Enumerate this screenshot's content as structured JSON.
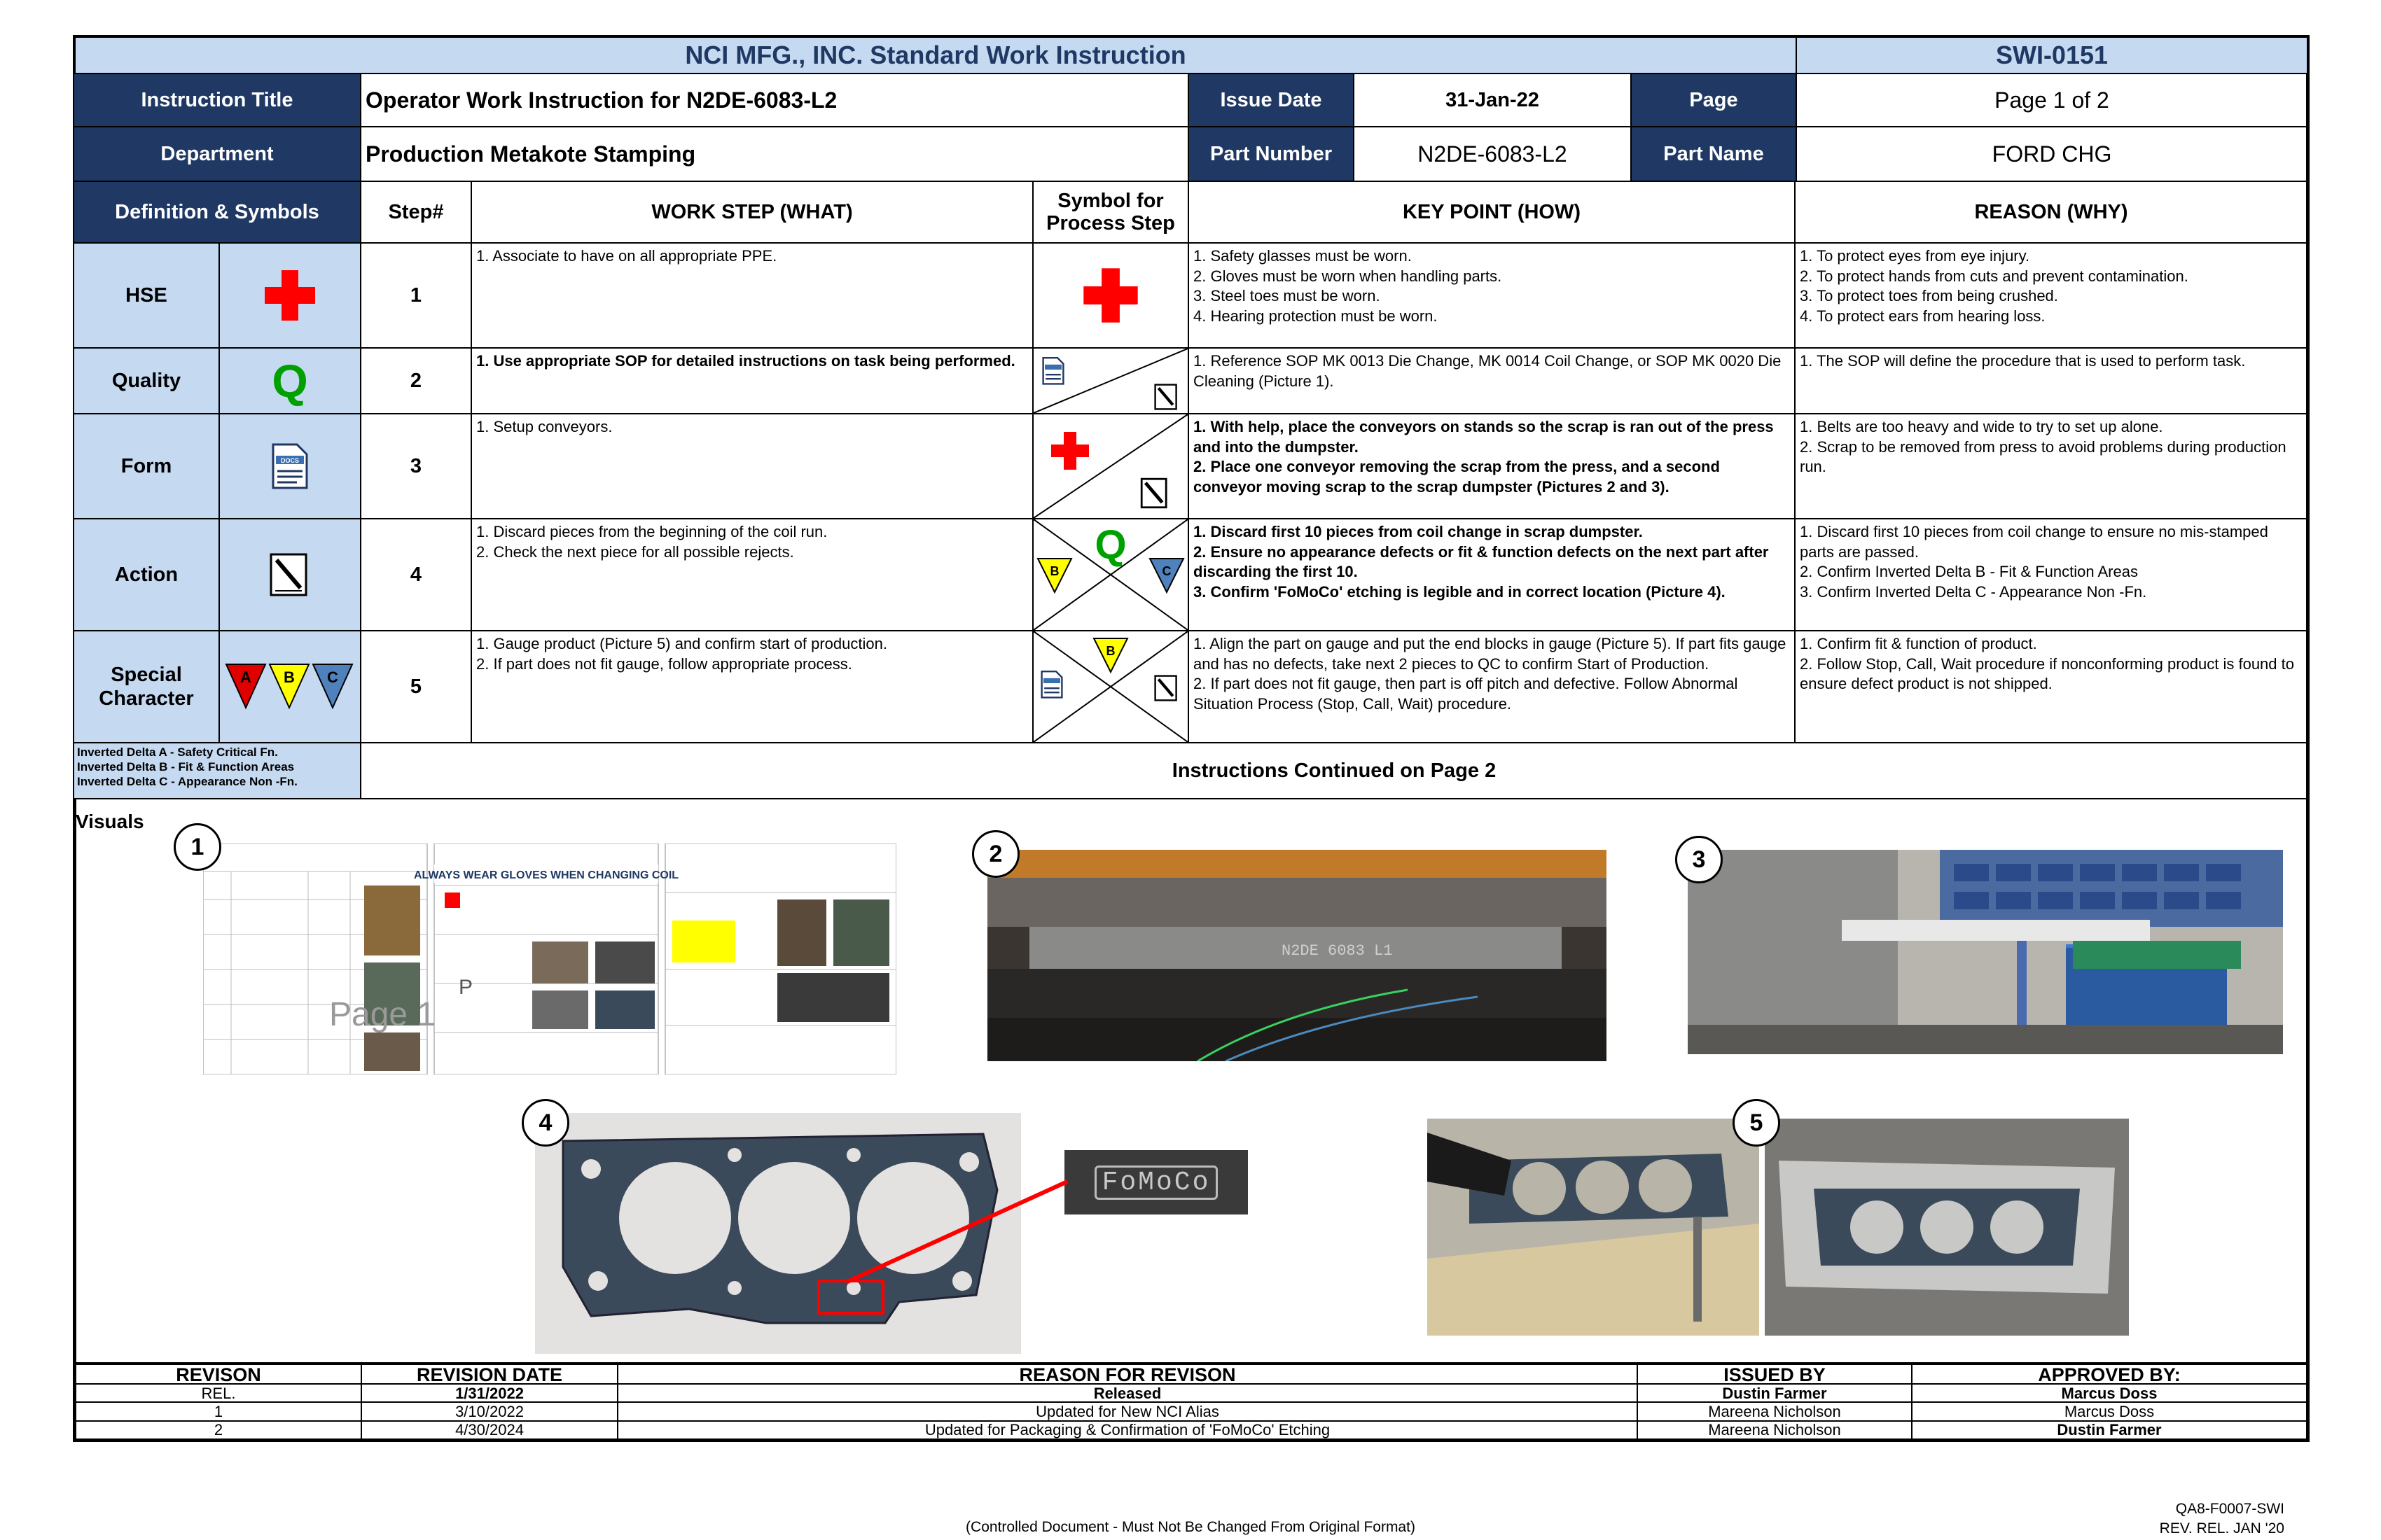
{
  "header": {
    "title": "NCI MFG., INC. Standard Work Instruction",
    "doc_number": "SWI-0151",
    "instruction_title_label": "Instruction Title",
    "instruction_title": "Operator Work Instruction for N2DE-6083-L2",
    "issue_date_label": "Issue Date",
    "issue_date": "31-Jan-22",
    "page_label": "Page",
    "page": "Page 1 of 2",
    "department_label": "Department",
    "department": "Production Metakote Stamping",
    "part_number_label": "Part Number",
    "part_number": "N2DE-6083-L2",
    "part_name_label": "Part Name",
    "part_name": "FORD CHG"
  },
  "columns": {
    "definitions": "Definition & Symbols",
    "step": "Step#",
    "work_step": "WORK STEP (WHAT)",
    "symbol": "Symbol for\nProcess Step",
    "key_point": "KEY POINT (HOW)",
    "reason": "REASON (WHY)"
  },
  "symbols": {
    "hse": "HSE",
    "quality": "Quality",
    "quality_glyph": "Q",
    "form": "Form",
    "action": "Action",
    "special": "Special\nCharacter",
    "tri_a": "A",
    "tri_b": "B",
    "tri_c": "C",
    "docs_glyph": "DOCS"
  },
  "colors": {
    "navy": "#1f3864",
    "light_blue": "#c5d9f1",
    "hse_red": "#ff0000",
    "quality_green": "#00a000",
    "tri_red": "#e00000",
    "tri_yellow": "#ffff00",
    "tri_blue": "#4f81bd"
  },
  "steps": [
    {
      "num": "1",
      "work": "1. Associate to have on all appropriate PPE.",
      "key": "1. Safety glasses must be worn.\n2. Gloves must be worn when handling parts.\n3. Steel toes must be worn.\n4. Hearing protection must be worn.",
      "reason": "1. To protect eyes from eye injury.\n2. To protect hands from cuts and prevent contamination.\n3. To protect toes from being crushed.\n4. To protect ears from hearing loss."
    },
    {
      "num": "2",
      "work": "1. Use appropriate SOP for detailed instructions on task being performed.",
      "key": "1. Reference SOP MK 0013 Die Change, MK 0014 Coil Change, or SOP MK 0020 Die Cleaning  (Picture 1).",
      "reason": "1. The SOP will define the procedure that is used to perform task."
    },
    {
      "num": "3",
      "work": "1. Setup conveyors.",
      "key": "1. With help, place the conveyors on stands so the scrap is ran out of the press and into the dumpster.\n2. Place one conveyor removing the scrap from the press, and a second conveyor moving scrap to the scrap dumpster (Pictures 2 and 3).",
      "reason": "1. Belts are too heavy and wide to try to set up alone.\n2. Scrap to be removed from press to avoid problems during production run."
    },
    {
      "num": "4",
      "work": "1. Discard pieces from the beginning of the coil run.\n2. Check the next piece for all possible rejects.",
      "key": "1. Discard first 10 pieces from coil change in scrap dumpster.\n2. Ensure no appearance defects or fit & function defects on the next part after discarding the first 10.\n3. Confirm 'FoMoCo' etching is legible and in correct location (Picture 4).",
      "reason": "1. Discard first 10 pieces from coil change to ensure no mis-stamped parts are passed.\n2. Confirm Inverted Delta B - Fit & Function Areas\n3. Confirm Inverted Delta C  - Appearance Non -Fn."
    },
    {
      "num": "5",
      "work": "1. Gauge product (Picture 5) and confirm start of production.\n2. If part does not fit gauge, follow appropriate process.",
      "key": "1. Align the part on gauge and put the end blocks in gauge (Picture 5). If part fits gauge and has no defects, take next 2 pieces to QC to confirm Start of Production.\n2. If part does not fit gauge, then part is off pitch and defective. Follow Abnormal Situation Process (Stop, Call, Wait) procedure.",
      "reason": "1. Confirm fit & function of product.\n2. Follow Stop, Call, Wait procedure if nonconforming product is found to ensure defect product is not shipped."
    }
  ],
  "legend": "Inverted Delta A - Safety Critical Fn.\nInverted Delta B - Fit & Function Areas\nInverted Delta C  - Appearance Non -Fn.",
  "continued": "Instructions Continued on Page 2",
  "visuals": {
    "label": "Visuals",
    "badges": [
      "1",
      "2",
      "3",
      "4",
      "5"
    ],
    "pic1_text": "Page 1",
    "pic4_etch": "FoMoCo"
  },
  "revisions": {
    "headers": [
      "REVISON",
      "REVISION DATE",
      "REASON FOR REVISON",
      "ISSUED BY",
      "APPROVED BY:"
    ],
    "rows": [
      [
        "REL.",
        "1/31/2022",
        "Released",
        "Dustin Farmer",
        "Marcus Doss"
      ],
      [
        "1",
        "3/10/2022",
        "Updated for New NCI Alias",
        "Mareena Nicholson",
        "Marcus Doss"
      ],
      [
        "2",
        "4/30/2024",
        "Updated for Packaging & Confirmation of 'FoMoCo' Etching",
        "Mareena Nicholson",
        "Dustin Farmer"
      ]
    ]
  },
  "footer": {
    "controlled": "(Controlled Document - Must Not Be Changed From Original Format)",
    "form_no": "QA8-F0007-SWI",
    "rev_rel": "REV. REL. JAN '20"
  }
}
